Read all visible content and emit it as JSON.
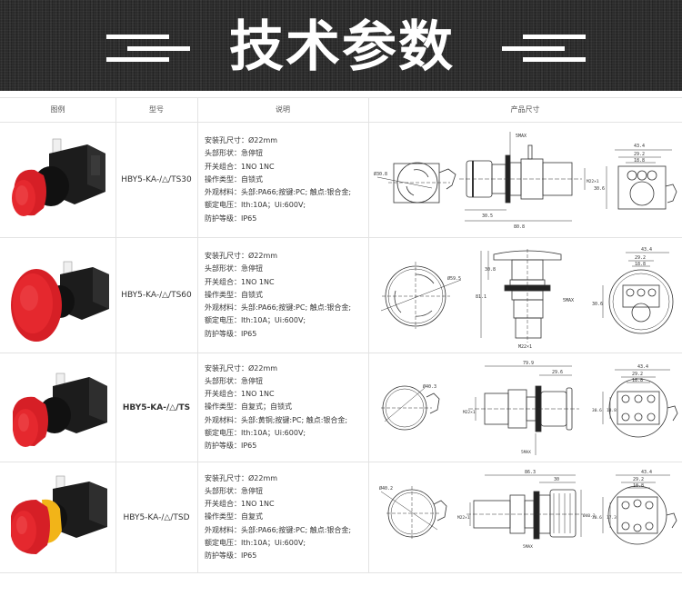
{
  "banner": {
    "title": "技术参数",
    "background_color": "#2c2c2c",
    "text_color": "#ffffff"
  },
  "table": {
    "headers": [
      "图例",
      "型号",
      "说明",
      "产品尺寸"
    ],
    "rows": [
      {
        "image": "red-mushroom-emergency-stop-button-30mm",
        "model": "HBY5-KA-/△/TS30",
        "specs": [
          "安装孔尺寸：Ø22mm",
          "头部形状：急停钮",
          "开关组合：1NO 1NC",
          "操作类型：自锁式",
          "外观材料：头部:PA66;按键:PC; 触点:银合金;",
          "额定电压：Ith:10A；Ui:600V;",
          "防护等级：IP65"
        ],
        "dims": {
          "front_dia": "Ø30.8",
          "panel": "5MAX",
          "thread": "M22×1",
          "head_len": "30.5",
          "total_len": "80.8",
          "width": "43.4",
          "pitch1": "29.2",
          "pitch2": "18.8",
          "height": "30.6"
        }
      },
      {
        "image": "red-mushroom-emergency-stop-button-60mm",
        "model": "HBY5-KA-/△/TS60",
        "specs": [
          "安装孔尺寸：Ø22mm",
          "头部形状：急停钮",
          "开关组合：1NO 1NC",
          "操作类型：自锁式",
          "外观材料：头部:PA66;按键:PC; 触点:银合金;",
          "额定电压：Ith:10A；Ui:600V;",
          "防护等级：IP65"
        ],
        "dims": {
          "front_dia": "Ø59.5",
          "head_len": "30.8",
          "total_len": "81.1",
          "panel": "5MAX",
          "thread": "M22×1",
          "width": "43.4",
          "pitch1": "29.2",
          "pitch2": "18.8",
          "height": "30.6"
        }
      },
      {
        "image": "red-emergency-stop-button-ts",
        "model": "HBY5-KA-/△/TS",
        "specs": [
          "安装孔尺寸：Ø22mm",
          "头部形状：急停钮",
          "开关组合：1NO 1NC",
          "操作类型：自复式；自锁式",
          "外观材料：头部:黄铜;按键:PC; 触点:银合金;",
          "额定电压：Ith:10A；Ui:600V;",
          "防护等级：IP65"
        ],
        "dims": {
          "front_dia": "Ø40.3",
          "total_len": "79.9",
          "head_len": "29.6",
          "thread": "M22×1",
          "panel": "5MAX",
          "width": "43.4",
          "pitch1": "29.2",
          "pitch2": "18.8",
          "height": "30.6",
          "inner": "18.8"
        }
      },
      {
        "image": "red-emergency-stop-button-yellow-ring-tsd",
        "model": "HBY5-KA-/△/TSD",
        "specs": [
          "安装孔尺寸：Ø22mm",
          "头部形状：急停钮",
          "开关组合：1NO 1NC",
          "操作类型：自复式",
          "外观材料：头部:PA66;按键:PC; 触点:银合金;",
          "额定电压：Ith:10A；Ui:600V;",
          "防护等级：IP65"
        ],
        "dims": {
          "front_dia": "Ø40.2",
          "total_len": "86.3",
          "head_len": "30",
          "thread": "M22×1",
          "panel": "5MAX",
          "side": "Ø40.2",
          "width": "43.4",
          "pitch1": "29.2",
          "pitch2": "18.8",
          "height": "30.6",
          "inner": "17.3"
        }
      }
    ]
  },
  "colors": {
    "border": "#e3e3e3",
    "button_red": "#e0262a",
    "ring_yellow": "#f2b418",
    "body_black": "#1c1c1c"
  }
}
